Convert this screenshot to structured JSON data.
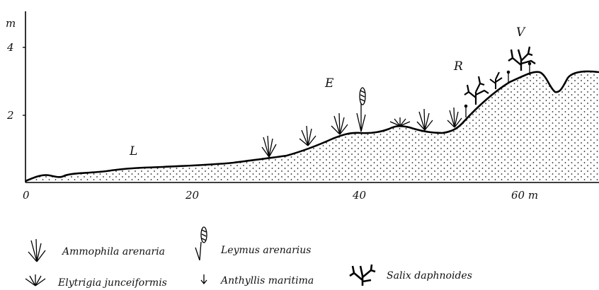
{
  "axis": {
    "y_unit": "m",
    "y_ticks": [
      "4",
      "2"
    ],
    "x_ticks": [
      "0",
      "20",
      "40",
      "60 m"
    ]
  },
  "zones": {
    "L": "L",
    "E": "E",
    "R": "R",
    "V": "V"
  },
  "legend": {
    "ammophila": "Ammophila arenaria",
    "leymus": "Leymus arenarius",
    "elytrigia": "Elytrigia junceiformis",
    "anthyllis": "Anthyllis maritima",
    "salix": "Salix daphnoides"
  }
}
